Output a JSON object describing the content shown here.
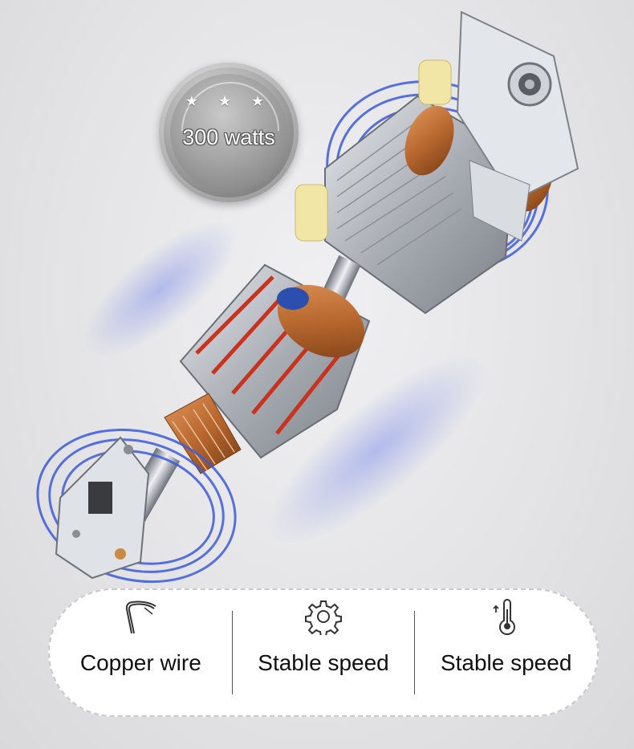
{
  "badge": {
    "stars": "★ ★ ★",
    "power_label": "300 watts"
  },
  "features": [
    {
      "icon": "copper-wire-icon",
      "label": "Copper wire"
    },
    {
      "icon": "gear-icon",
      "label": "Stable speed"
    },
    {
      "icon": "thermometer-icon",
      "label": "Stable speed"
    }
  ],
  "colors": {
    "accent_blue": "#3d5bd9",
    "copper": "#b8682f",
    "commutator_red": "#c8321e",
    "steel": "#b9bcc1"
  }
}
